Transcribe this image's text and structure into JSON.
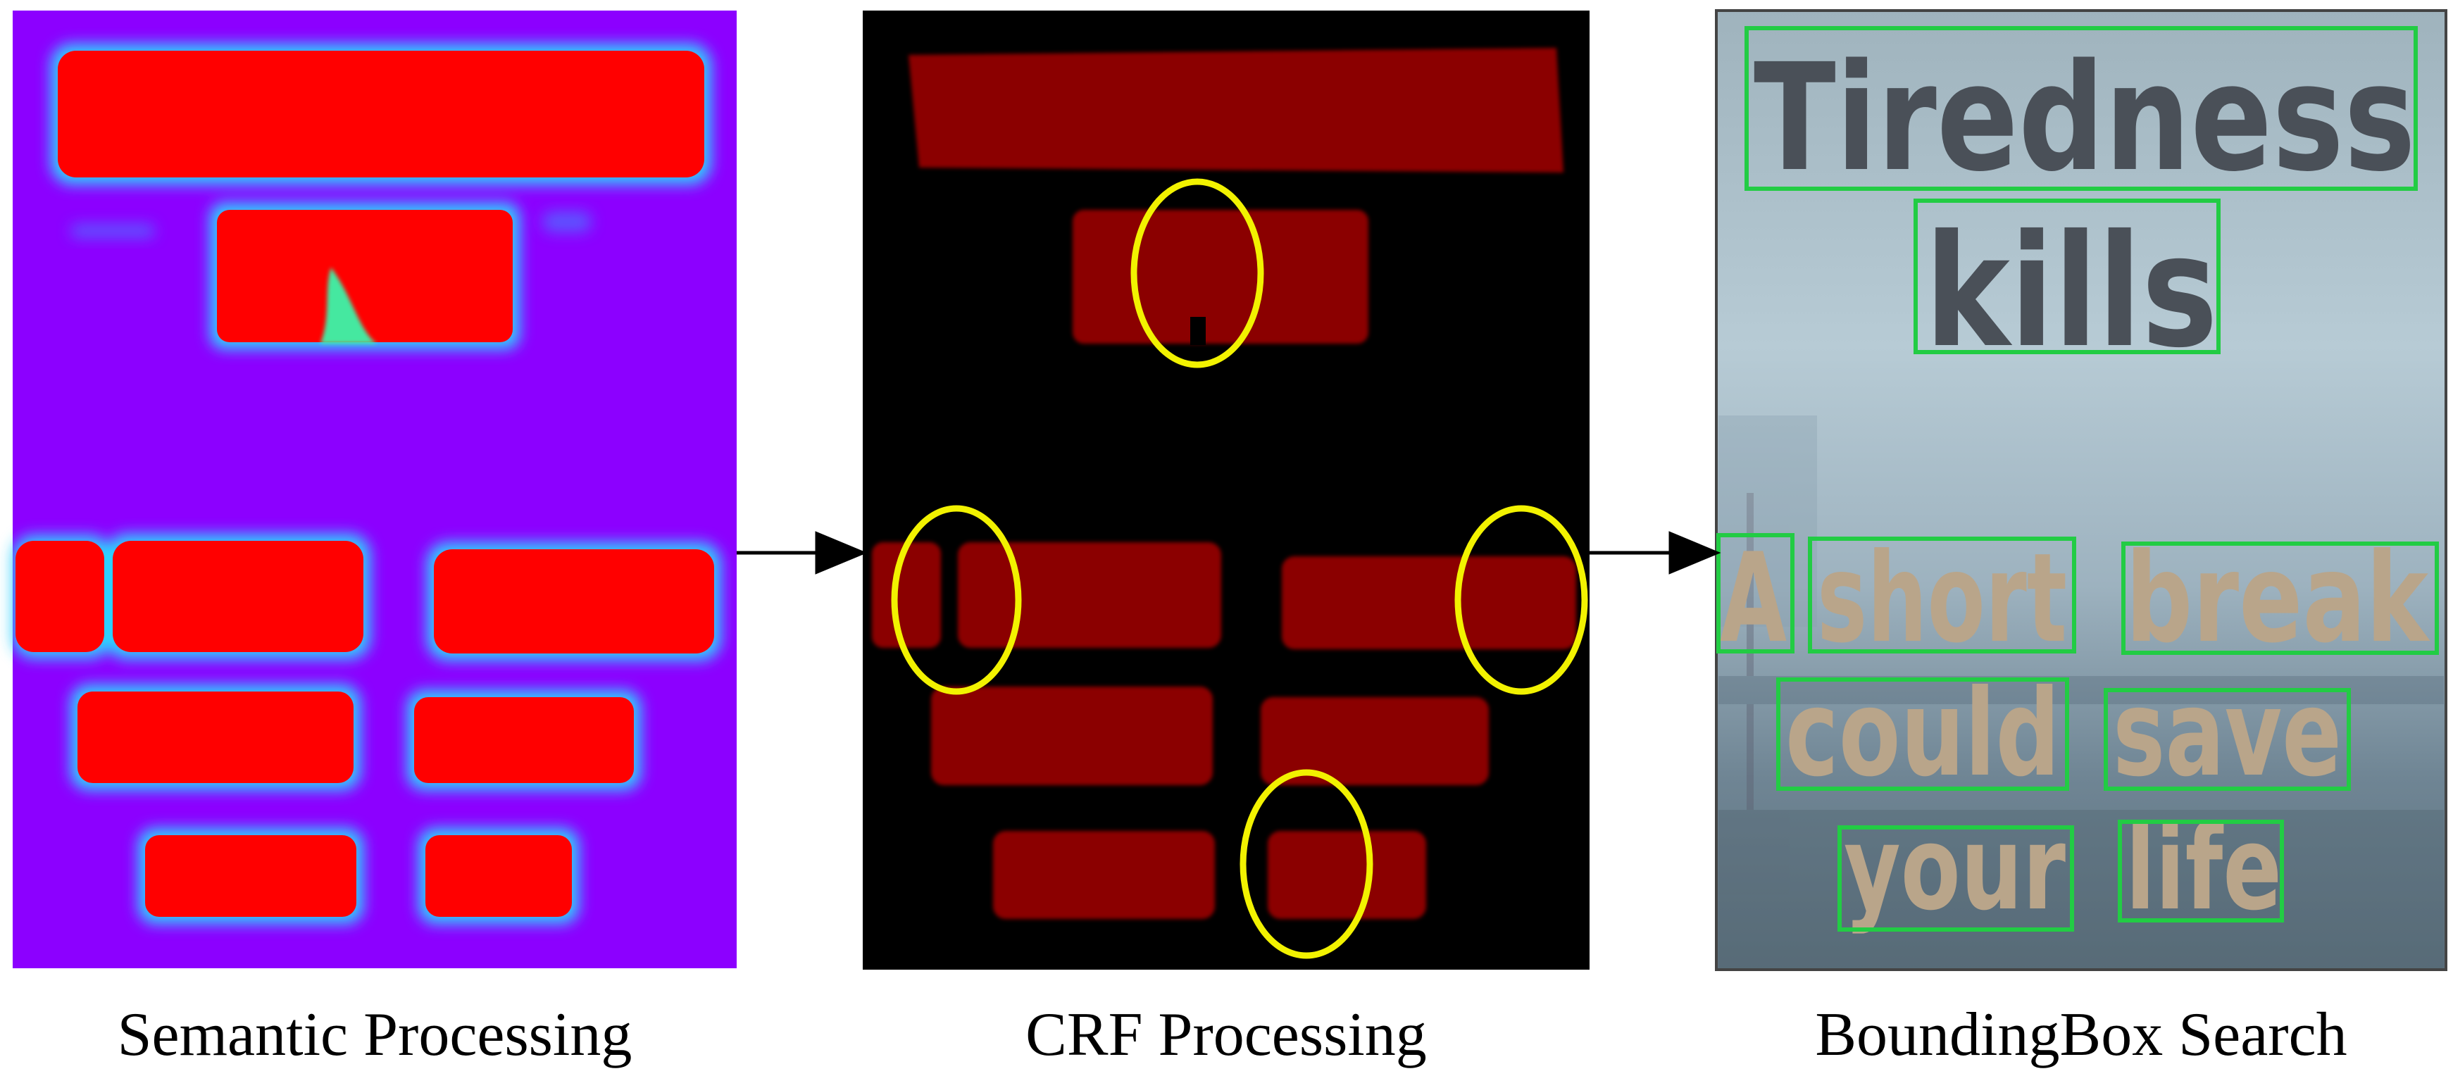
{
  "panels": [
    {
      "id": "semantic",
      "caption": "Semantic Processing"
    },
    {
      "id": "crf",
      "caption": "CRF Processing"
    },
    {
      "id": "bbox",
      "caption": "BoundingBox Search"
    }
  ],
  "sign": {
    "line1": "Tiredness",
    "line2": "kills",
    "words": [
      "A",
      "short",
      "break",
      "could",
      "save",
      "your",
      "life"
    ]
  },
  "colors": {
    "heatmap_background": "#8c00ff",
    "heatmap_hot": "#ff0000",
    "crf_background": "#000000",
    "crf_region": "#8b0000",
    "highlight_circle": "#f2f200",
    "bbox_stroke": "#22cc44",
    "arrow": "#000000"
  }
}
